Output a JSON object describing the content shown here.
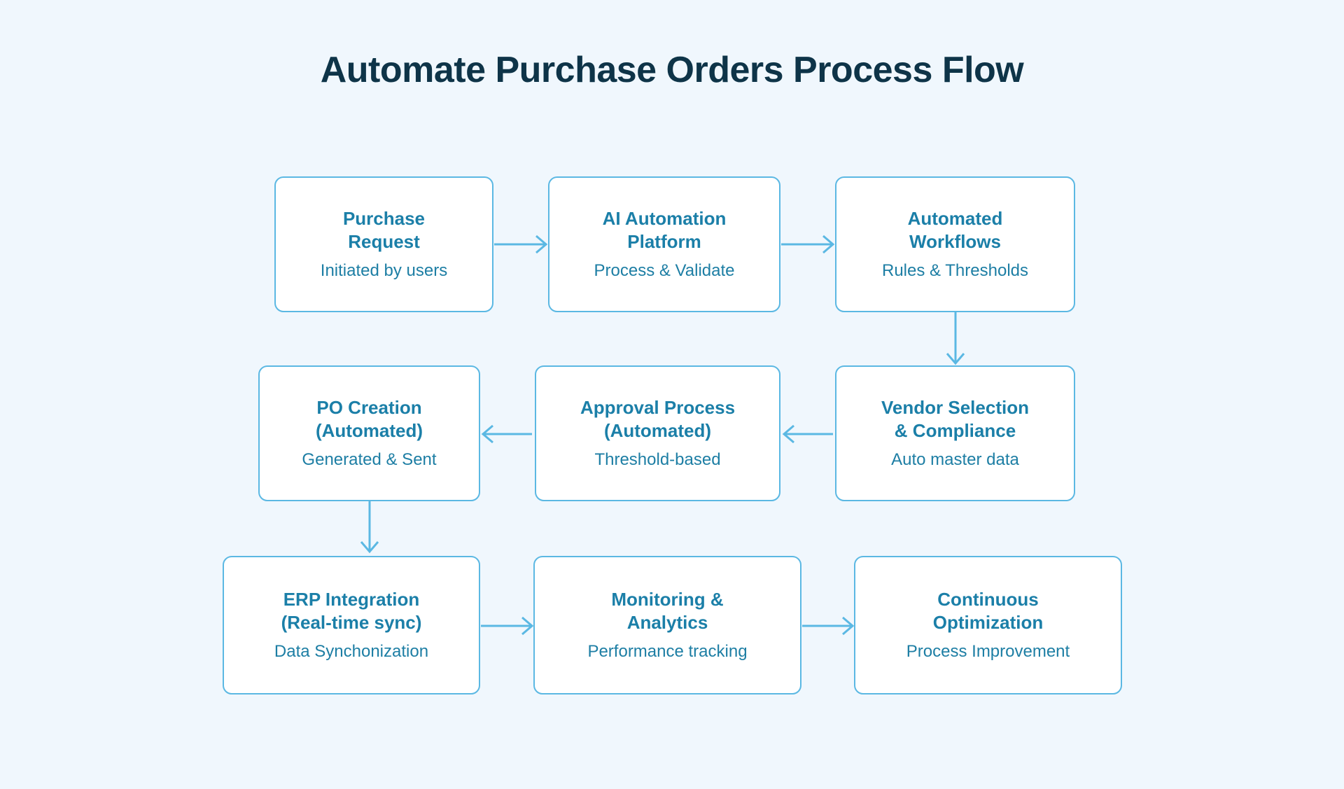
{
  "page": {
    "background_color": "#f0f7fd",
    "title": "Automate Purchase Orders Process Flow",
    "title_color": "#0e3448"
  },
  "theme": {
    "node_border_color": "#5bb8e3",
    "node_fill_color": "#ffffff",
    "node_title_color": "#1b7fa8",
    "node_subtitle_color": "#1d7ea4",
    "arrow_color": "#5bb8e3"
  },
  "chart_data": {
    "type": "diagram",
    "diagram_kind": "process-flowchart",
    "title": "Automate Purchase Orders Process Flow",
    "layout": "serpentine-3-rows-3-columns",
    "nodes": [
      {
        "id": "n1",
        "row": 1,
        "col": 1,
        "title": "Purchase\nRequest",
        "subtitle": "Initiated by users"
      },
      {
        "id": "n2",
        "row": 1,
        "col": 2,
        "title": "AI Automation\nPlatform",
        "subtitle": "Process & Validate"
      },
      {
        "id": "n3",
        "row": 1,
        "col": 3,
        "title": "Automated\nWorkflows",
        "subtitle": "Rules & Thresholds"
      },
      {
        "id": "n4",
        "row": 2,
        "col": 3,
        "title": "Vendor Selection\n& Compliance",
        "subtitle": "Auto master data"
      },
      {
        "id": "n5",
        "row": 2,
        "col": 2,
        "title": "Approval Process\n(Automated)",
        "subtitle": "Threshold-based"
      },
      {
        "id": "n6",
        "row": 2,
        "col": 1,
        "title": "PO Creation\n(Automated)",
        "subtitle": "Generated & Sent"
      },
      {
        "id": "n7",
        "row": 3,
        "col": 1,
        "title": "ERP Integration\n(Real-time sync)",
        "subtitle": "Data Synchonization"
      },
      {
        "id": "n8",
        "row": 3,
        "col": 2,
        "title": "Monitoring &\nAnalytics",
        "subtitle": "Performance tracking"
      },
      {
        "id": "n9",
        "row": 3,
        "col": 3,
        "title": "Continuous\nOptimization",
        "subtitle": "Process Improvement"
      }
    ],
    "edges": [
      {
        "from": "n1",
        "to": "n2",
        "direction": "right"
      },
      {
        "from": "n2",
        "to": "n3",
        "direction": "right"
      },
      {
        "from": "n3",
        "to": "n4",
        "direction": "down"
      },
      {
        "from": "n4",
        "to": "n5",
        "direction": "left"
      },
      {
        "from": "n5",
        "to": "n6",
        "direction": "left"
      },
      {
        "from": "n6",
        "to": "n7",
        "direction": "down"
      },
      {
        "from": "n7",
        "to": "n8",
        "direction": "right"
      },
      {
        "from": "n8",
        "to": "n9",
        "direction": "right"
      }
    ]
  }
}
